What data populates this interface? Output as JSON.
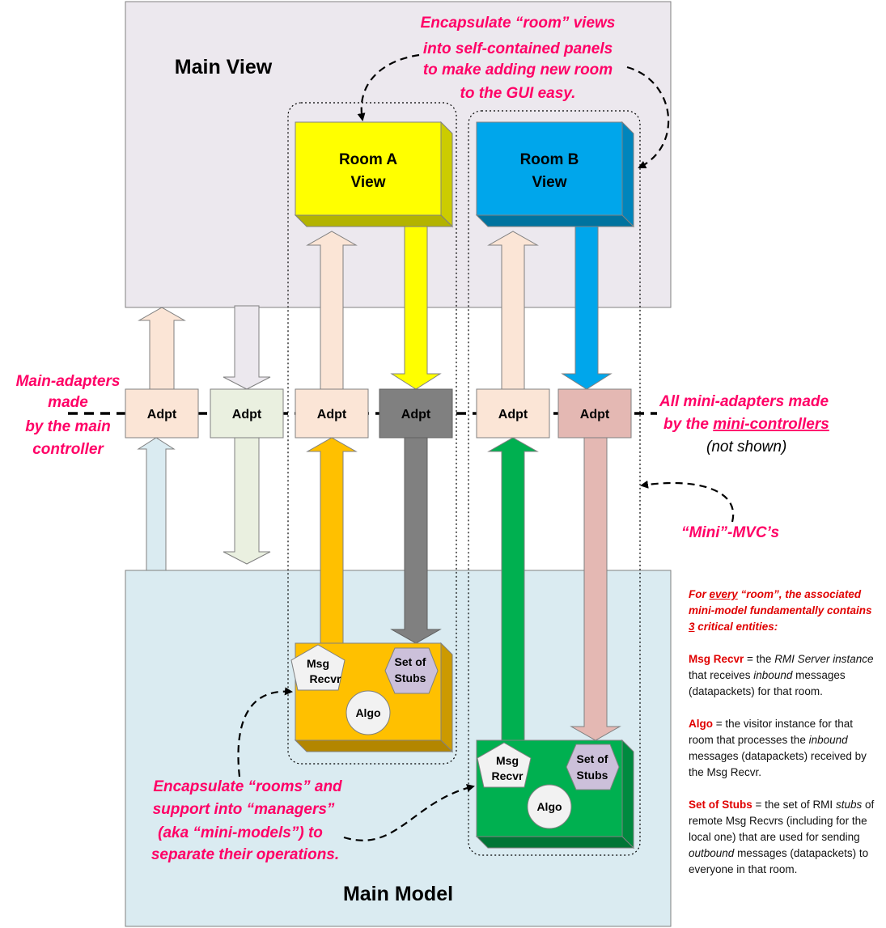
{
  "colors": {
    "main_view": "#ece8ee",
    "main_model": "#daebf1",
    "room_a": "#ffff00",
    "room_b": "#00a6eb",
    "algo_a": "#ffc000",
    "algo_b": "#00b050",
    "adapter_dark": "#808080",
    "adapter_rose": "#e4b8b3",
    "peach": "#fbe5d6",
    "pale_green": "#eaf0e0",
    "pale_blue": "#daebf1",
    "lavender": "#ece8ee",
    "stubs": "#ccc0da",
    "annotation": "#ff0066"
  },
  "main_view": {
    "title": "Main View"
  },
  "main_model": {
    "title": "Main Model"
  },
  "room_a": {
    "view_line1": "Room A",
    "view_line2": "View",
    "msg_line1": "Msg",
    "msg_line2": "Recvr",
    "stubs_line1": "Set of",
    "stubs_line2": "Stubs",
    "algo": "Algo"
  },
  "room_b": {
    "view_line1": "Room B",
    "view_line2": "View",
    "msg_line1": "Msg",
    "msg_line2": "Recvr",
    "stubs_line1": "Set of",
    "stubs_line2": "Stubs",
    "algo": "Algo"
  },
  "adapters": [
    "Adpt",
    "Adpt",
    "Adpt",
    "Adpt",
    "Adpt",
    "Adpt"
  ],
  "annotations": {
    "encapsulate_views": [
      "Encapsulate “room” views",
      "into self-contained panels",
      "to make adding new room",
      "to the GUI easy."
    ],
    "main_adapters": [
      "Main-adapters",
      "made",
      "by the main",
      "controller"
    ],
    "mini_adapters_line1": "All mini-adapters made",
    "mini_adapters_line2_prefix": "by the ",
    "mini_adapters_line2_link": "mini-controllers",
    "not_shown": "(not shown)",
    "mini_mvc": "“Mini”-MVC’s",
    "managers": [
      "Encapsulate “rooms” and",
      "support into “managers”",
      "(aka “mini-models”) to",
      "separate their operations."
    ]
  },
  "notes": {
    "header_pre": "For ",
    "header_every": "every",
    "header_mid": " “room”, the associated mini-model fundamentally contains ",
    "header_three": "3",
    "header_post": " critical entities:",
    "msg_term": "Msg Recvr",
    "msg_p1": " = the ",
    "msg_i1": "RMI Server instance",
    "msg_p2": " that receives ",
    "msg_i2": "inbound",
    "msg_p3": " messages (datapackets) for that room.",
    "algo_term": "Algo",
    "algo_p1": " = the visitor instance for that room that processes the ",
    "algo_i1": "inbound",
    "algo_p2": " messages (datapackets) received by the Msg Recvr.",
    "stubs_term": "Set of Stubs",
    "stubs_p1": " =  the set of RMI ",
    "stubs_i1": "stubs",
    "stubs_p2": " of remote Msg Recvrs (including for the local one) that are used for sending ",
    "stubs_i2": "outbound",
    "stubs_p3": " messages (datapackets) to everyone in that room."
  }
}
